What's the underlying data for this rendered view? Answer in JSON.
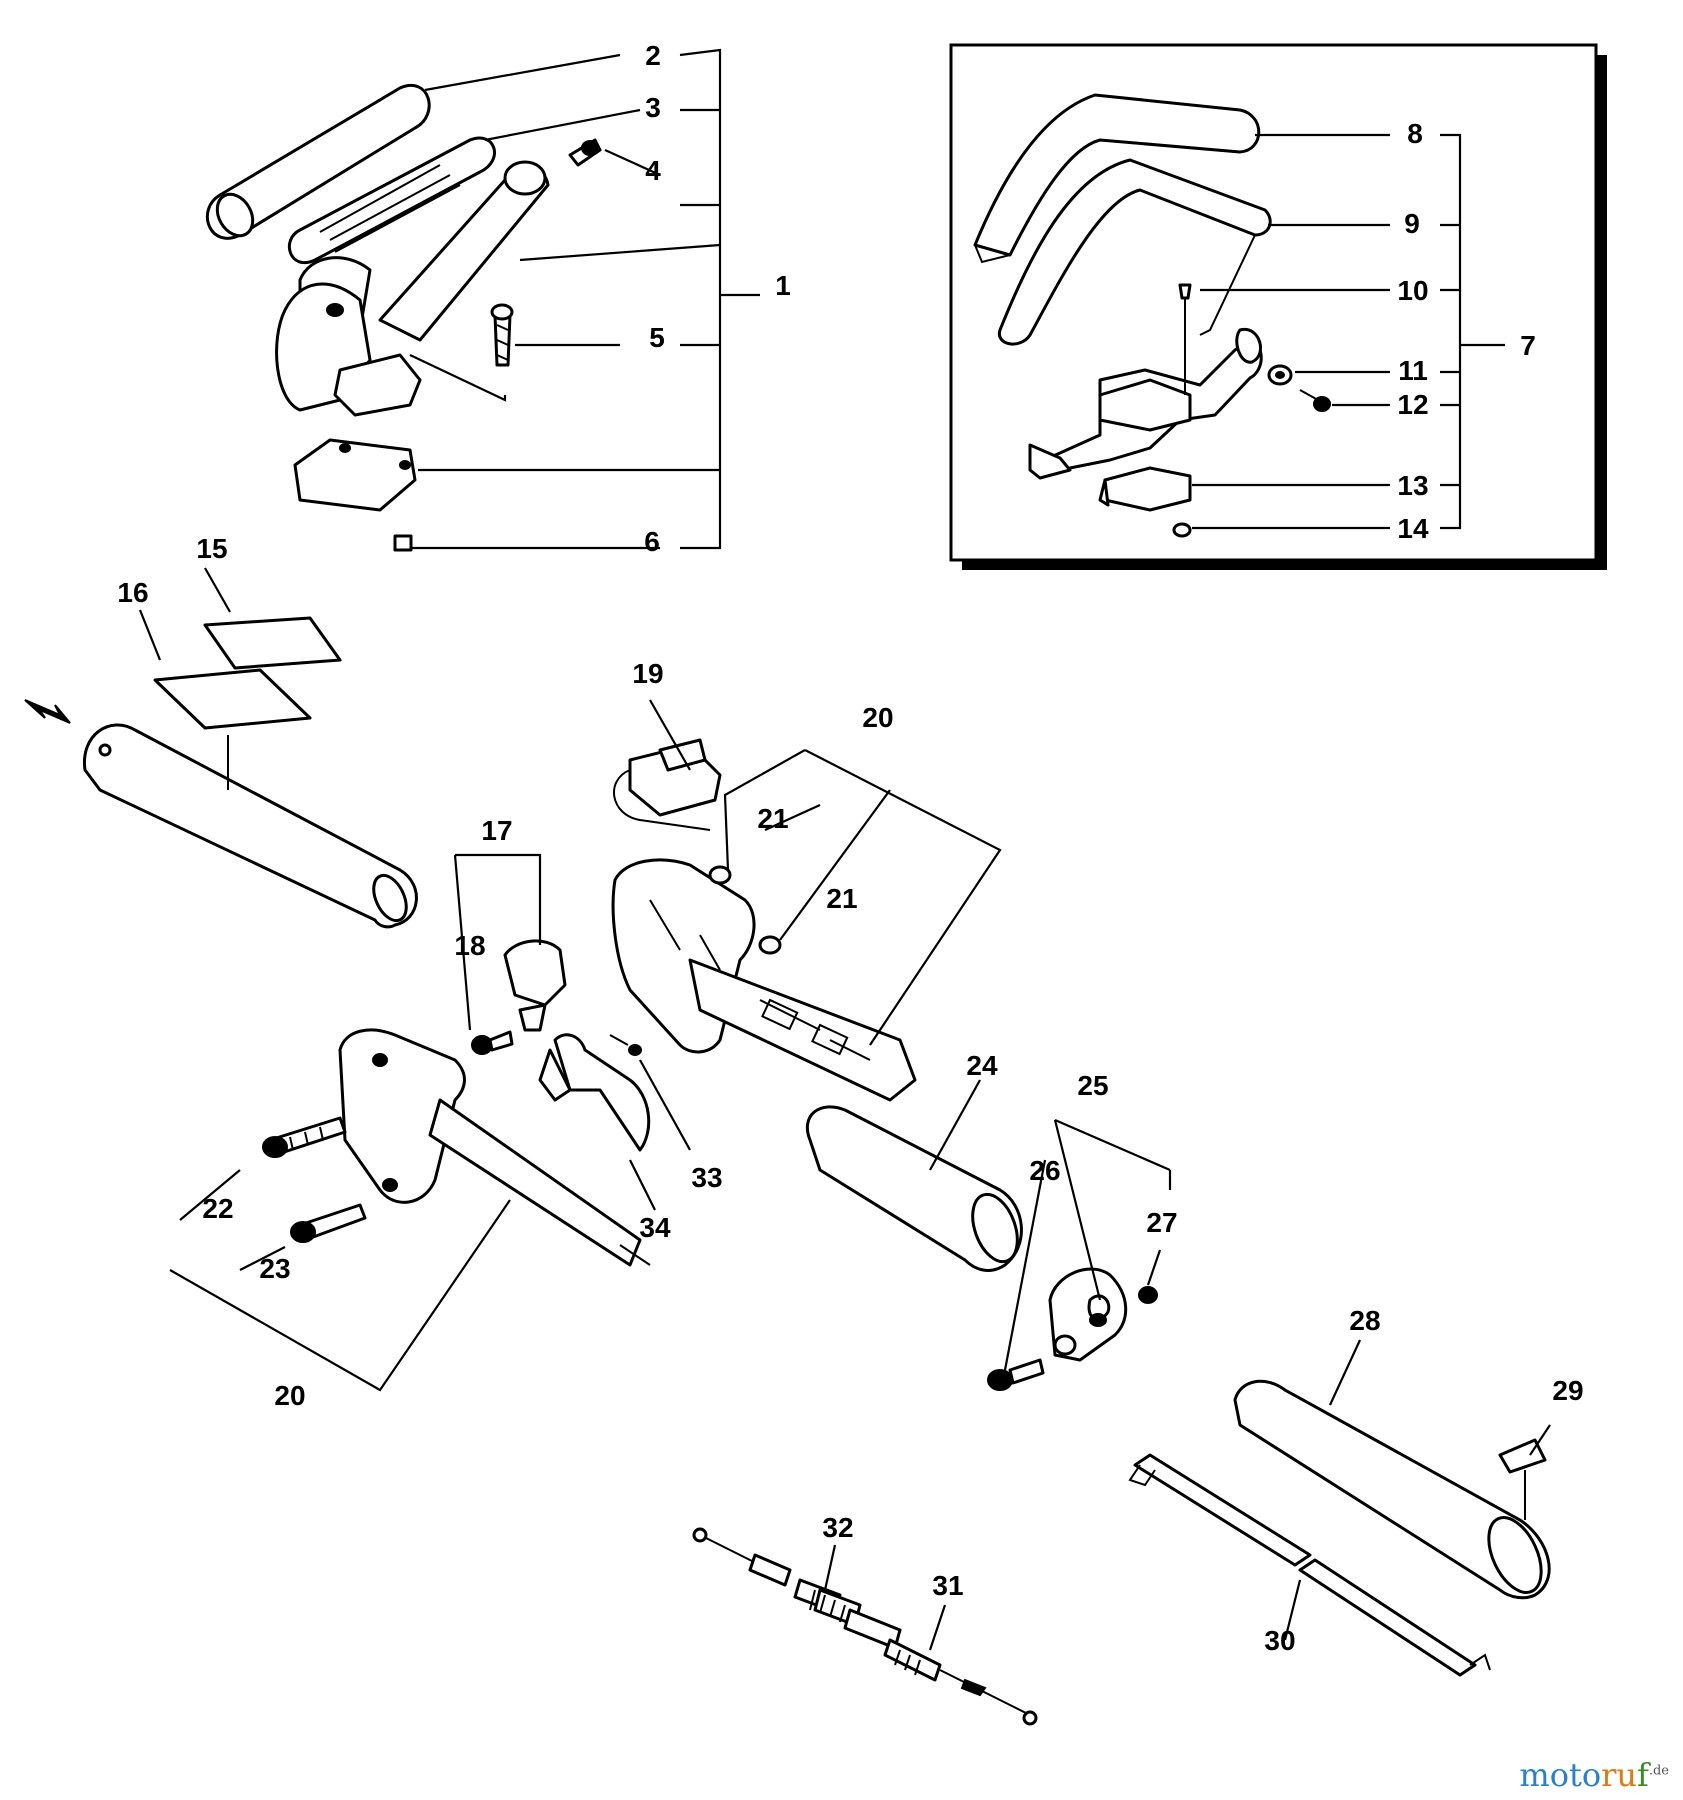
{
  "diagram": {
    "callouts": [
      {
        "id": "c1",
        "text": "1"
      },
      {
        "id": "c2",
        "text": "2"
      },
      {
        "id": "c3",
        "text": "3"
      },
      {
        "id": "c4",
        "text": "4"
      },
      {
        "id": "c5",
        "text": "5"
      },
      {
        "id": "c6",
        "text": "6"
      },
      {
        "id": "c7",
        "text": "7"
      },
      {
        "id": "c8",
        "text": "8"
      },
      {
        "id": "c9",
        "text": "9"
      },
      {
        "id": "c10",
        "text": "10"
      },
      {
        "id": "c11",
        "text": "11"
      },
      {
        "id": "c12",
        "text": "12"
      },
      {
        "id": "c13",
        "text": "13"
      },
      {
        "id": "c14",
        "text": "14"
      },
      {
        "id": "c15",
        "text": "15"
      },
      {
        "id": "c16",
        "text": "16"
      },
      {
        "id": "c17",
        "text": "17"
      },
      {
        "id": "c18",
        "text": "18"
      },
      {
        "id": "c19",
        "text": "19"
      },
      {
        "id": "c20a",
        "text": "20"
      },
      {
        "id": "c20b",
        "text": "20"
      },
      {
        "id": "c21a",
        "text": "21"
      },
      {
        "id": "c21b",
        "text": "21"
      },
      {
        "id": "c22",
        "text": "22"
      },
      {
        "id": "c23",
        "text": "23"
      },
      {
        "id": "c24",
        "text": "24"
      },
      {
        "id": "c25",
        "text": "25"
      },
      {
        "id": "c26",
        "text": "26"
      },
      {
        "id": "c27",
        "text": "27"
      },
      {
        "id": "c28",
        "text": "28"
      },
      {
        "id": "c29",
        "text": "29"
      },
      {
        "id": "c30",
        "text": "30"
      },
      {
        "id": "c31",
        "text": "31"
      },
      {
        "id": "c32",
        "text": "32"
      },
      {
        "id": "c33",
        "text": "33"
      },
      {
        "id": "c34",
        "text": "34"
      }
    ]
  },
  "watermark": {
    "part1": "moto",
    "part2": "ru",
    "part3": "f",
    "suffix": ".de"
  }
}
